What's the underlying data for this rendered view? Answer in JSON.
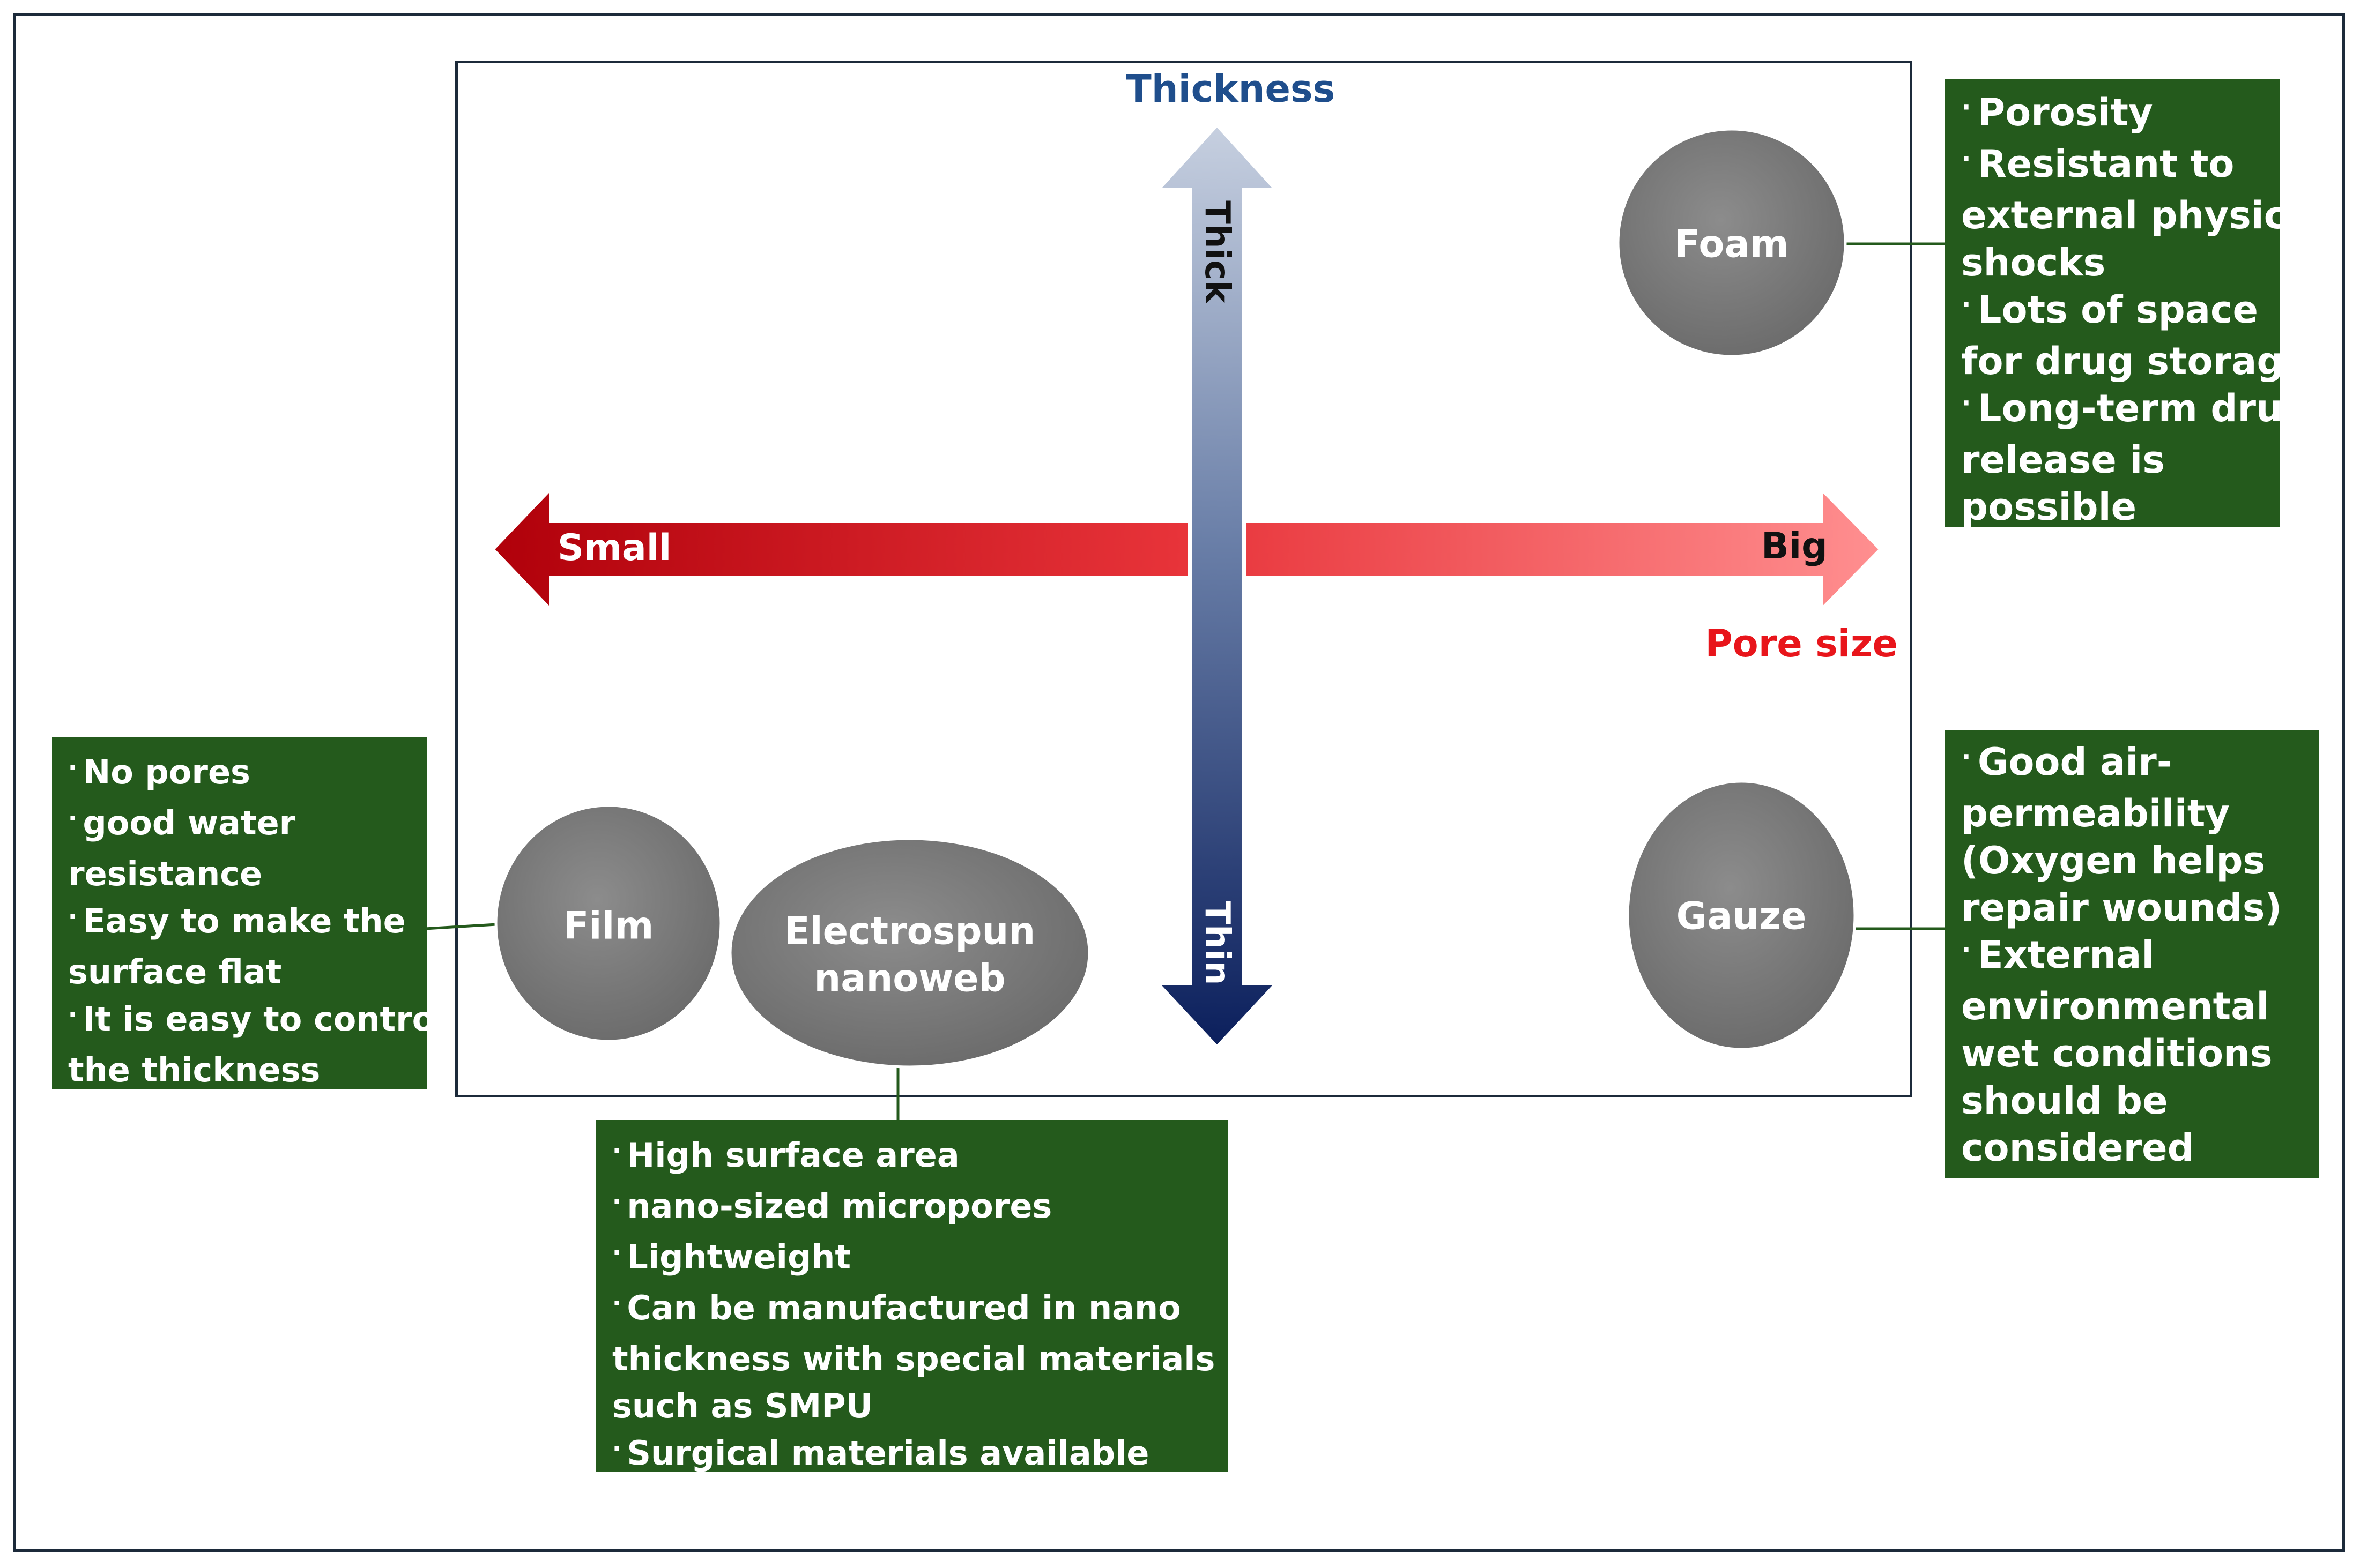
{
  "axes": {
    "vertical_title": "Thickness",
    "vertical_top_label": "Thick",
    "vertical_bottom_label": "Thin",
    "horizontal_title": "Pore size",
    "horizontal_left_label": "Small",
    "horizontal_right_label": "Big"
  },
  "materials": {
    "foam": "Foam",
    "film": "Film",
    "electrospun_line1": "Electrospun",
    "electrospun_line2": "nanoweb",
    "gauze": "Gauze"
  },
  "notes": {
    "foam": [
      "Porosity",
      "Resistant to",
      "external physical",
      "shocks",
      "Lots of space",
      "for drug storage",
      "Long-term drug",
      "release is",
      "possible"
    ],
    "film": [
      "No pores",
      "good water",
      "resistance",
      "Easy to make the",
      "surface flat",
      "It is easy to control",
      "the thickness"
    ],
    "electrospun": [
      "High surface area",
      "nano-sized micropores",
      "Lightweight",
      "Can be manufactured in nano",
      "thickness with special materials",
      "such as SMPU",
      "Surgical materials available"
    ],
    "gauze": [
      "Good air-",
      "permeability",
      "(Oxygen helps",
      "repair wounds)",
      "External",
      "environmental",
      "wet conditions",
      "should be",
      "considered"
    ]
  },
  "note_bullet": "·",
  "colors": {
    "box_green": "#245a1c",
    "ellipse_gray": "#7f7f7f",
    "vertical_title": "#1f4e8c",
    "horizontal_title": "#e8151b",
    "arrow_red": "#c0000b",
    "arrow_blue": "#0d2466"
  }
}
